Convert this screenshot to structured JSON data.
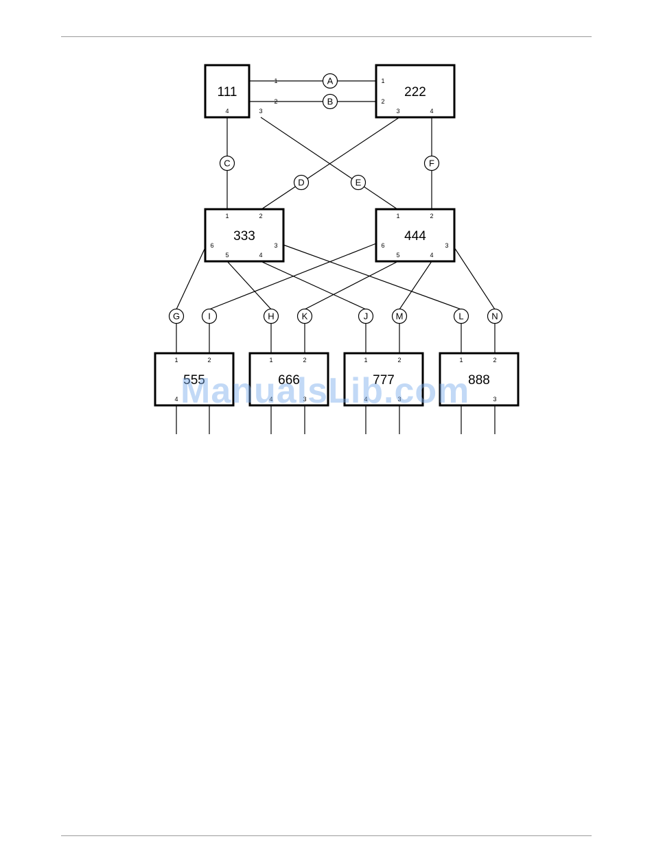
{
  "header": {
    "rule_color": "#9a9a9a"
  },
  "footer": {
    "rule_color": "#9a9a9a"
  },
  "watermark": {
    "text": "ManualsLib.com",
    "color": "#78aaeb"
  },
  "diagram": {
    "nodes": [
      {
        "id": "n111",
        "label": "111",
        "ports": [
          "1",
          "2",
          "4",
          "3"
        ]
      },
      {
        "id": "n222",
        "label": "222",
        "ports": [
          "1",
          "2",
          "3",
          "4"
        ]
      },
      {
        "id": "n333",
        "label": "333",
        "ports": [
          "1",
          "2",
          "6",
          "3",
          "5",
          "4"
        ]
      },
      {
        "id": "n444",
        "label": "444",
        "ports": [
          "1",
          "2",
          "6",
          "3",
          "5",
          "4"
        ]
      },
      {
        "id": "n555",
        "label": "555",
        "ports": [
          "1",
          "2",
          "4"
        ]
      },
      {
        "id": "n666",
        "label": "666",
        "ports": [
          "1",
          "2",
          "4",
          "3"
        ]
      },
      {
        "id": "n777",
        "label": "777",
        "ports": [
          "1",
          "2",
          "4",
          "3"
        ]
      },
      {
        "id": "n888",
        "label": "888",
        "ports": [
          "1",
          "2",
          "3"
        ]
      }
    ],
    "links": [
      {
        "label": "A",
        "from": "111:1",
        "to": "222:1"
      },
      {
        "label": "B",
        "from": "111:2",
        "to": "222:2"
      },
      {
        "label": "C",
        "from": "111:4",
        "to": "333:1"
      },
      {
        "label": "D",
        "from": "222:3",
        "to": "333:2"
      },
      {
        "label": "E",
        "from": "111:3",
        "to": "444:1"
      },
      {
        "label": "F",
        "from": "222:4",
        "to": "444:2"
      },
      {
        "label": "G",
        "from": "333:6",
        "to": "555:1"
      },
      {
        "label": "I",
        "from": "444:6",
        "to": "555:2"
      },
      {
        "label": "H",
        "from": "333:5",
        "to": "666:1"
      },
      {
        "label": "K",
        "from": "444:5",
        "to": "666:2"
      },
      {
        "label": "J",
        "from": "333:4",
        "to": "777:1"
      },
      {
        "label": "M",
        "from": "444:4",
        "to": "777:2"
      },
      {
        "label": "L",
        "from": "333:3",
        "to": "888:1"
      },
      {
        "label": "N",
        "from": "444:3",
        "to": "888:2"
      }
    ]
  }
}
